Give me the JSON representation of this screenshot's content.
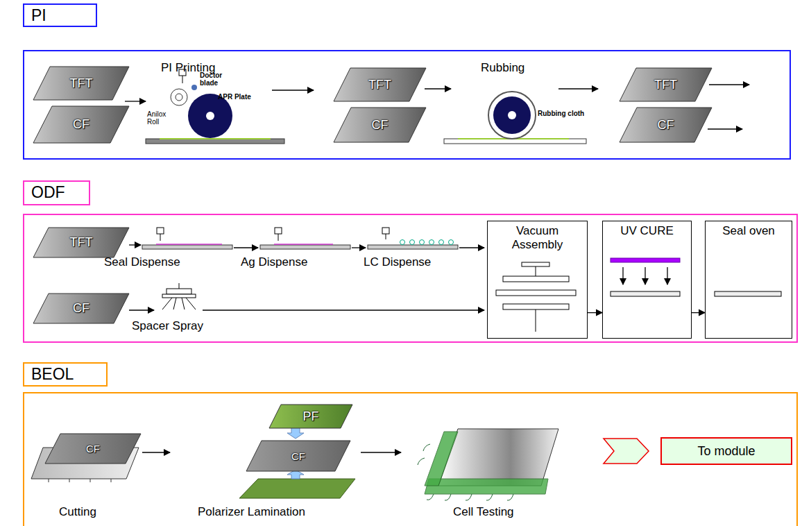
{
  "diagram": {
    "nodes": [
      {
        "text": [
          "PI"
        ]
      },
      {
        "text": [
          "TFT"
        ],
        "in": 0
      },
      {
        "text": [
          "CF"
        ],
        "in": 0
      },
      {
        "text": [
          "TFT"
        ],
        "in": 0
      },
      {
        "text": [
          "CF"
        ],
        "in": 0
      },
      {
        "text": [
          "TFT"
        ],
        "in": 0
      },
      {
        "text": [
          "CF"
        ],
        "in": 0
      },
      {
        "text": [
          "ODF"
        ]
      },
      {
        "text": [
          "TFT"
        ],
        "in": 7
      },
      {
        "text": [
          "CF"
        ],
        "in": 7
      },
      {
        "text": [
          "Vacuum Assembly"
        ],
        "in": 7
      },
      {
        "text": [
          "UV CURE"
        ],
        "in": 7
      },
      {
        "text": [
          "Seal oven"
        ],
        "in": 7
      },
      {
        "text": [
          "BEOL"
        ]
      },
      {
        "text": [
          "CF"
        ],
        "in": 13
      },
      {
        "text": [
          "PF"
        ],
        "in": 13
      },
      {
        "text": [
          "CF"
        ],
        "in": 13
      },
      {
        "text": [
          "To module"
        ],
        "in": 13
      }
    ],
    "edges": [
      {
        "from": 10,
        "to": 11,
        "arrow": "to"
      },
      {
        "from": 11,
        "to": 12,
        "arrow": "to"
      }
    ],
    "labels": [
      "PI Printing",
      "Doctor blade",
      "APR Plate",
      "Anilox Roll",
      "Rubbing",
      "Rubbing cloth",
      "Seal Dispense",
      "Ag Dispense",
      "LC Dispense",
      "Spacer Spray",
      "Cutting",
      "Polarizer Lamination",
      "Cell Testing"
    ]
  }
}
